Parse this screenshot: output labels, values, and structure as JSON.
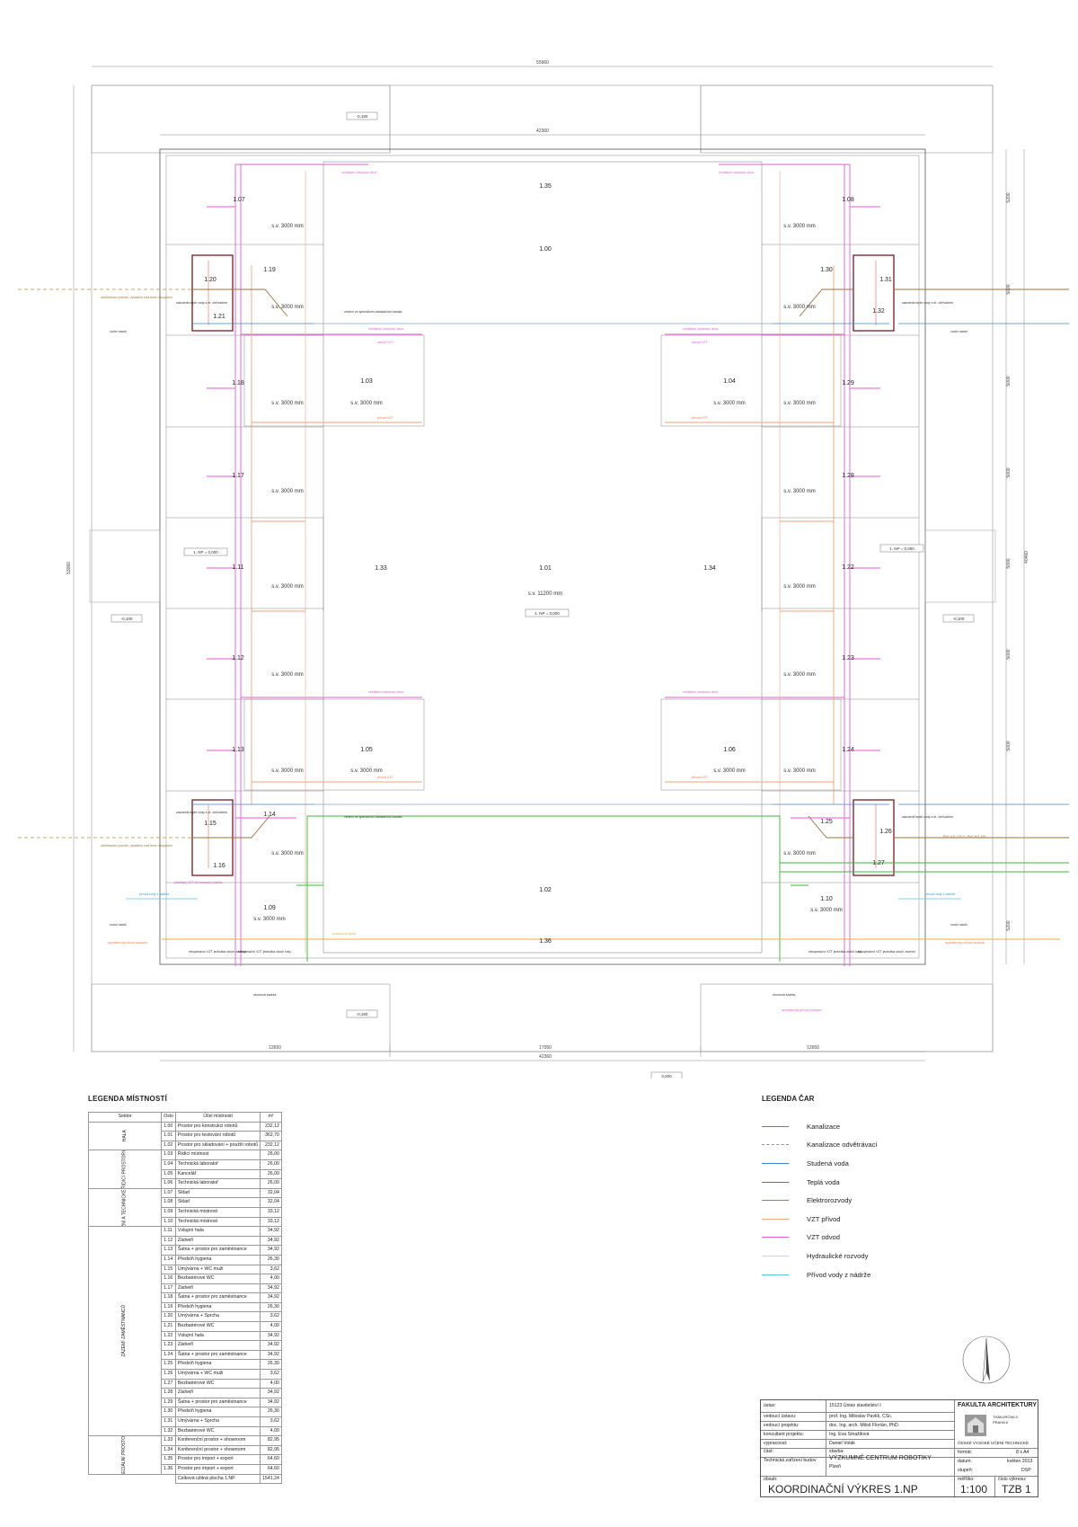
{
  "plan": {
    "dims": {
      "top_total": "55960",
      "top_inner": "42360",
      "left_total": "53060",
      "right_total": "40460",
      "bottom_a": "12650",
      "bottom_b": "17050",
      "bottom_c": "12650",
      "bottom_total": "42360",
      "right_segments": [
        "5200",
        "5000",
        "5000",
        "5000",
        "5000",
        "5000",
        "5000",
        "5200"
      ]
    },
    "levels": {
      "top": "-0,180",
      "left": "-0,100",
      "right": "-0,100",
      "bottom": "-0,180",
      "origin": "0,000",
      "left_np": "1. NP = 0,000",
      "right_np": "1. NP = 0,000",
      "center_np": "1. NP = 0,000"
    },
    "rooms": {
      "r135": "1.35",
      "r100": "1.00",
      "r101": "1.01",
      "r133": "1.33",
      "r134": "1.34",
      "r102": "1.02",
      "r136": "1.36",
      "r103": "1.03",
      "r104": "1.04",
      "r105": "1.05",
      "r106": "1.06",
      "r107": "1.07",
      "r108": "1.08",
      "r119": "1.19",
      "r120": "1.20",
      "r121": "1.21",
      "r130": "1.30",
      "r131": "1.31",
      "r132": "1.32",
      "r118": "1.18",
      "r117": "1.17",
      "r111": "1.11",
      "r112": "1.12",
      "r113": "1.13",
      "r129": "1.29",
      "r128": "1.28",
      "r122": "1.22",
      "r123": "1.23",
      "r124": "1.24",
      "r114": "1.14",
      "r115": "1.15",
      "r116": "1.16",
      "r109": "1.09",
      "r125": "1.25",
      "r126": "1.26",
      "r127": "1.27",
      "r110": "1.10"
    },
    "heights": {
      "sv3000": "s.v. 3000 mm",
      "sv11200": "s.v. 11200 mm"
    },
    "notes": {
      "odvetrani_l": "odvětrávací potrubí, vyústěno nad terén stoupkem",
      "odvetrani_r": "odvětrávací potrubí, vyústěno nad terén stoupkem",
      "zasobnik": "zásobník teplé vody s el. ohřívačem",
      "vodni_nadrz": "vodní nádrž",
      "vedeni_spec": "vedení ve speciálním instalačním kanálu",
      "vetraci": "ventilační odsávací otvor",
      "odvod_vzt": "odvod VZT",
      "privod_vzt": "přívod VZT",
      "rekuperace": "rekuperační VZT jednotka okruh zázemí",
      "rekuperace2": "rekuperační VZT jednotka okruh haly",
      "sacha": "otvorová šachta",
      "prostup": "prostupy VZT do instalační šachty",
      "privod_nadrz": "přívod vody z nádrže",
      "pvc": "PVC KG 125 2 - PVC KG 100",
      "podlahovy": "podlahový vpust",
      "sprink": "sprinklerový odvod vzduchu",
      "sprink2": "sprinklerový přívod vzduchu"
    }
  },
  "room_legend": {
    "title": "LEGENDA MÍSTNOSTÍ",
    "headers": [
      "Sektor",
      "číslo",
      "Účel místnosti",
      "m²"
    ],
    "sectors": [
      {
        "name": "HALA",
        "rows": [
          [
            "1.00",
            "Prostor pro konstrukci robotů",
            "232,12"
          ],
          [
            "1.01",
            "Prostor pro testování robotů",
            "362,70"
          ],
          [
            "1.02",
            "Prostor pro skladování + použití robotů",
            "232,12"
          ]
        ]
      },
      {
        "name": "ŘÍDÍCÍ PROSTORY",
        "rows": [
          [
            "1.03",
            "Řídící místnost",
            "26,00"
          ],
          [
            "1.04",
            "Technická laboratoř",
            "26,00"
          ],
          [
            "1.05",
            "Kancelář",
            "26,00"
          ],
          [
            "1.06",
            "Technická laboratoř",
            "26,00"
          ]
        ]
      },
      {
        "name": "PROVOZNÍ A TECHNICKÉ ZÁZEMÍ",
        "rows": [
          [
            "1.07",
            "Sklad",
            "32,04"
          ],
          [
            "1.08",
            "Sklad",
            "32,04"
          ],
          [
            "1.09",
            "Technická místnost",
            "33,12"
          ],
          [
            "1.10",
            "Technická místnost",
            "33,12"
          ]
        ]
      },
      {
        "name": "ZÁZEMÍ ZAMĚSTNANCŮ",
        "rows": [
          [
            "1.11",
            "Vstupní hala",
            "34,92"
          ],
          [
            "1.12",
            "Zádveří",
            "34,92"
          ],
          [
            "1.13",
            "Šatna + prostor pro zaměstnance",
            "34,92"
          ],
          [
            "1.14",
            "Předsíň hygiena",
            "26,30"
          ],
          [
            "1.15",
            "Umývárna + WC muži",
            "3,62"
          ],
          [
            "1.16",
            "Bezbariérové WC",
            "4,00"
          ],
          [
            "1.17",
            "Zádveří",
            "34,92"
          ],
          [
            "1.18",
            "Šatna + prostor pro zaměstnance",
            "34,92"
          ],
          [
            "1.19",
            "Předsíň hygiena",
            "26,30"
          ],
          [
            "1.20",
            "Umývárna + Sprcha",
            "3,62"
          ],
          [
            "1.21",
            "Bezbariérové WC",
            "4,00"
          ],
          [
            "1.22",
            "Vstupní hala",
            "34,92"
          ],
          [
            "1.23",
            "Zádveří",
            "34,92"
          ],
          [
            "1.24",
            "Šatna + prostor pro zaměstnance",
            "34,92"
          ],
          [
            "1.25",
            "Předsíň hygiena",
            "26,30"
          ],
          [
            "1.26",
            "Umývárna + WC muži",
            "3,62"
          ],
          [
            "1.27",
            "Bezbariérové WC",
            "4,00"
          ],
          [
            "1.28",
            "Zádveří",
            "34,92"
          ],
          [
            "1.29",
            "Šatna + prostor pro zaměstnance",
            "34,92"
          ],
          [
            "1.30",
            "Předsíň hygiena",
            "26,30"
          ],
          [
            "1.31",
            "Umývárna + Sprcha",
            "3,62"
          ],
          [
            "1.32",
            "Bezbariérové WC",
            "4,00"
          ]
        ]
      },
      {
        "name": "SPECIÁLNÍ PROSTORY",
        "rows": [
          [
            "1.33",
            "Konferenční prostor + showroom",
            "82,95"
          ],
          [
            "1.34",
            "Konferenční prostor + showroom",
            "82,95"
          ],
          [
            "1.35",
            "Prostor pro import + export",
            "64,60"
          ],
          [
            "1.36",
            "Prostor pro import + export",
            "64,60"
          ]
        ]
      }
    ],
    "total_label": "Celková užitná plocha 1.NP",
    "total_value": "1541,24"
  },
  "line_legend": {
    "title": "LEGENDA ČAR",
    "items": [
      {
        "label": "Kanalizace",
        "color": "#a0703a",
        "style": "solid"
      },
      {
        "label": "Kanalizace odvětrávací",
        "color": "#c08a3c",
        "style": "dashed"
      },
      {
        "label": "Studená voda",
        "color": "#3a86d0",
        "style": "solid"
      },
      {
        "label": "Teplá voda",
        "color": "#e0404a",
        "style": "solid"
      },
      {
        "label": "Elektrorozvody",
        "color": "#3cb83c",
        "style": "solid"
      },
      {
        "label": "VZT přívod",
        "color": "#f2a37a",
        "style": "solid"
      },
      {
        "label": "VZT odvod",
        "color": "#e85ad8",
        "style": "solid"
      },
      {
        "label": "Hydraulické rozvody",
        "color": "#d0d0d0",
        "style": "solid"
      },
      {
        "label": "Přívod vody z nádrže",
        "color": "#5ac8e0",
        "style": "solid"
      }
    ]
  },
  "title_block": {
    "ustav_l": "ústav:",
    "ustav_v": "15123 Ústav stavitelství I",
    "ved_ust_l": "vedoucí ústavu:",
    "ved_ust_v": "prof. Ing. Miloslav Pavlík, CSc.",
    "ved_proj_l": "vedoucí projektu:",
    "ved_proj_v": "doc. Ing. arch. Miloš Florián, PhD.",
    "konz_l": "konzultant projektu:",
    "konz_v": "Ing. Eva Smažilová",
    "vyprac_l": "vypracoval:",
    "vyprac_v": "Daniel Volák",
    "cast_l": "část:",
    "cast_v": "Technická zařízení budov",
    "stavba_l": "stavba:",
    "stavba_v": "VÝZKUMNÉ CENTRUM ROBOTIKY",
    "misto": "Plzeň",
    "faculty": "FAKULTA ARCHITEKTURY",
    "addr1": "THÁKUROVA 9",
    "addr2": "PRAHA 6",
    "cvut": "ČESKÉ VYSOKÉ UČENÍ TECHNICKÉ",
    "format_l": "formát:",
    "format_v": "8 x A4",
    "datum_l": "datum:",
    "datum_v": "květen 2013",
    "stupen_l": "stupeň:",
    "stupen_v": "DSP",
    "obsah_l": "obsah:",
    "obsah_v": "KOORDINAČNÍ VÝKRES 1.NP",
    "meritko_l": "měřítko:",
    "meritko_v": "1:100",
    "cislo_l": "číslo výkresu:",
    "cislo_v": "TZB 1"
  }
}
